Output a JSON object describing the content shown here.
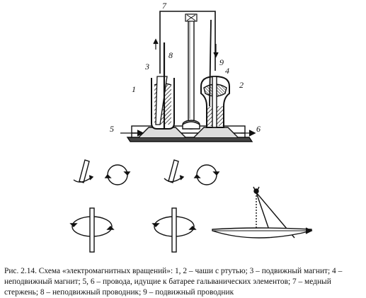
{
  "figure": {
    "labels": {
      "l1": "1",
      "l2": "2",
      "l3": "3",
      "l4": "4",
      "l5": "5",
      "l6": "6",
      "l7": "7",
      "l8": "8",
      "l9": "9"
    }
  },
  "caption": {
    "text": "Рис. 2.14. Схема «электромагнитных вращений»: 1, 2 – чаши с ртутью; 3 – подвижный магнит; 4 – неподвижный магнит; 5, 6 – провода, идущие к батарее гальванических элементов; 7 – медный стержень; 8 – неподвижный проводник; 9 – подвижный проводник"
  }
}
